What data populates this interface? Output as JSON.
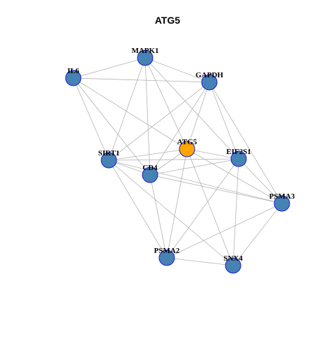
{
  "title": "ATG5",
  "colors": {
    "node_fill": "#4682B4",
    "node_stroke": "#1a1adb",
    "focus_fill": "#FFA500",
    "edge": "#b3b3b3"
  },
  "nodes": [
    {
      "id": "MAPK1",
      "label": "MAPK1",
      "focus": false
    },
    {
      "id": "IL6",
      "label": "IL6",
      "focus": false
    },
    {
      "id": "GAPDH",
      "label": "GAPDH",
      "focus": false
    },
    {
      "id": "ATG5",
      "label": "ATG5",
      "focus": true
    },
    {
      "id": "SIRT1",
      "label": "SIRT1",
      "focus": false
    },
    {
      "id": "EIF2S1",
      "label": "EIF2S1",
      "focus": false
    },
    {
      "id": "CD4",
      "label": "CD4",
      "focus": false
    },
    {
      "id": "PSMA3",
      "label": "PSMA3",
      "focus": false
    },
    {
      "id": "PSMA2",
      "label": "PSMA2",
      "focus": false
    },
    {
      "id": "SNX4",
      "label": "SNX4",
      "focus": false
    }
  ],
  "edges": [
    [
      "MAPK1",
      "IL6"
    ],
    [
      "MAPK1",
      "GAPDH"
    ],
    [
      "MAPK1",
      "SIRT1"
    ],
    [
      "MAPK1",
      "CD4"
    ],
    [
      "MAPK1",
      "ATG5"
    ],
    [
      "MAPK1",
      "EIF2S1"
    ],
    [
      "IL6",
      "GAPDH"
    ],
    [
      "IL6",
      "SIRT1"
    ],
    [
      "IL6",
      "ATG5"
    ],
    [
      "IL6",
      "CD4"
    ],
    [
      "GAPDH",
      "SIRT1"
    ],
    [
      "GAPDH",
      "CD4"
    ],
    [
      "GAPDH",
      "ATG5"
    ],
    [
      "GAPDH",
      "EIF2S1"
    ],
    [
      "GAPDH",
      "PSMA3"
    ],
    [
      "ATG5",
      "SIRT1"
    ],
    [
      "ATG5",
      "CD4"
    ],
    [
      "ATG5",
      "EIF2S1"
    ],
    [
      "ATG5",
      "PSMA2"
    ],
    [
      "ATG5",
      "SNX4"
    ],
    [
      "ATG5",
      "PSMA3"
    ],
    [
      "SIRT1",
      "EIF2S1"
    ],
    [
      "SIRT1",
      "CD4"
    ],
    [
      "SIRT1",
      "PSMA2"
    ],
    [
      "SIRT1",
      "SNX4"
    ],
    [
      "SIRT1",
      "PSMA3"
    ],
    [
      "CD4",
      "EIF2S1"
    ],
    [
      "CD4",
      "PSMA2"
    ],
    [
      "CD4",
      "PSMA3"
    ],
    [
      "EIF2S1",
      "PSMA3"
    ],
    [
      "EIF2S1",
      "PSMA2"
    ],
    [
      "EIF2S1",
      "SNX4"
    ],
    [
      "PSMA3",
      "SNX4"
    ],
    [
      "PSMA3",
      "PSMA2"
    ],
    [
      "PSMA2",
      "SNX4"
    ]
  ]
}
